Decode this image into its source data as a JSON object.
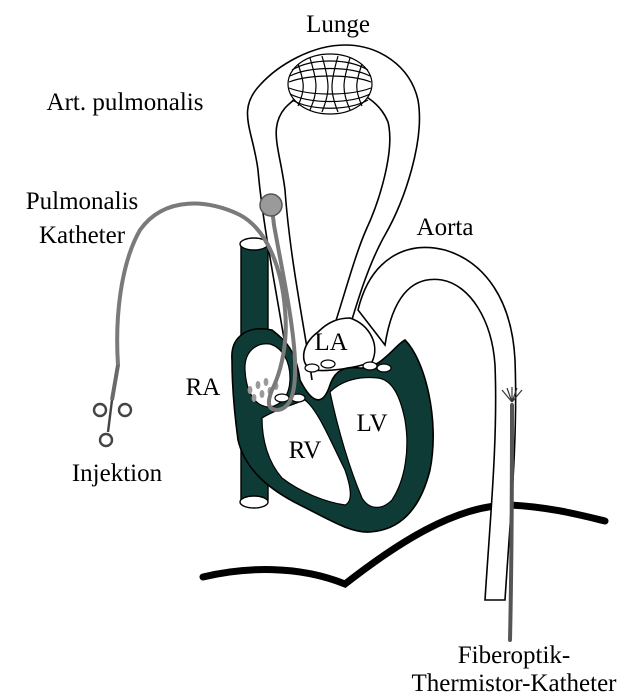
{
  "labels": {
    "lung": "Lunge",
    "pulmonary_artery": "Art. pulmonalis",
    "pulmonary_catheter_line1": "Pulmonalis",
    "pulmonary_catheter_line2": "Katheter",
    "aorta": "Aorta",
    "left_atrium": "LA",
    "right_atrium": "RA",
    "left_ventricle": "LV",
    "right_ventricle": "RV",
    "injection": "Injektion",
    "fiberoptic_line1": "Fiberoptik-",
    "fiberoptic_line2": "Thermistor-Katheter"
  },
  "colors": {
    "heart_muscle": "#0f3b36",
    "catheter": "#7a7a7a",
    "outline": "#000000",
    "background": "#ffffff"
  }
}
